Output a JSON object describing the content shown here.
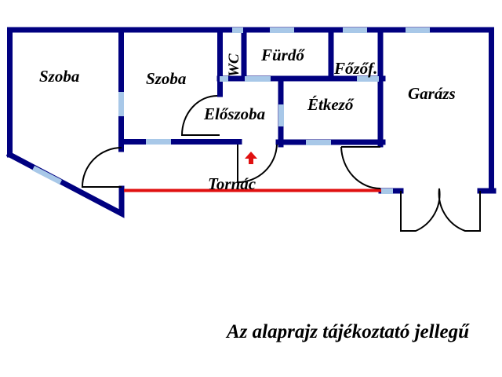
{
  "floorplan": {
    "colors": {
      "wall": "#000080",
      "window": "#a8c8e8",
      "terrace_line": "#e01010",
      "entry_arrow": "#e01010",
      "door": "#000000",
      "background": "#ffffff"
    },
    "rooms": {
      "szoba1": "Szoba",
      "szoba2": "Szoba",
      "wc": "WC",
      "furdo": "Fürdő",
      "fozof": "Főzőf.",
      "eloszoba": "Előszoba",
      "etkezo": "Étkező",
      "garazs": "Garázs",
      "tornac": "Tornác"
    },
    "entry_arrow": "up-arrow"
  },
  "disclaimer": "Az alaprajz tájékoztató jellegű"
}
